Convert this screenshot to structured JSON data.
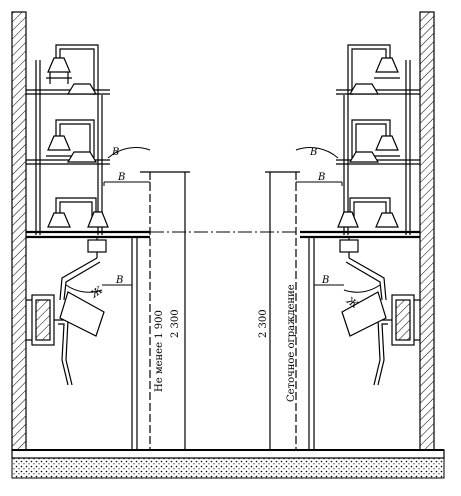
{
  "labels": {
    "b": "В",
    "zh": "Ж",
    "min_height": "Не менее 1 900",
    "height_left": "2 300",
    "height_right": "2 300",
    "mesh_fence": "Сеточное ограждение"
  },
  "colors": {
    "line": "#000000",
    "wall_fill": "#bdbdbd",
    "floor_fill": "#d9d9d9",
    "background": "#ffffff"
  }
}
